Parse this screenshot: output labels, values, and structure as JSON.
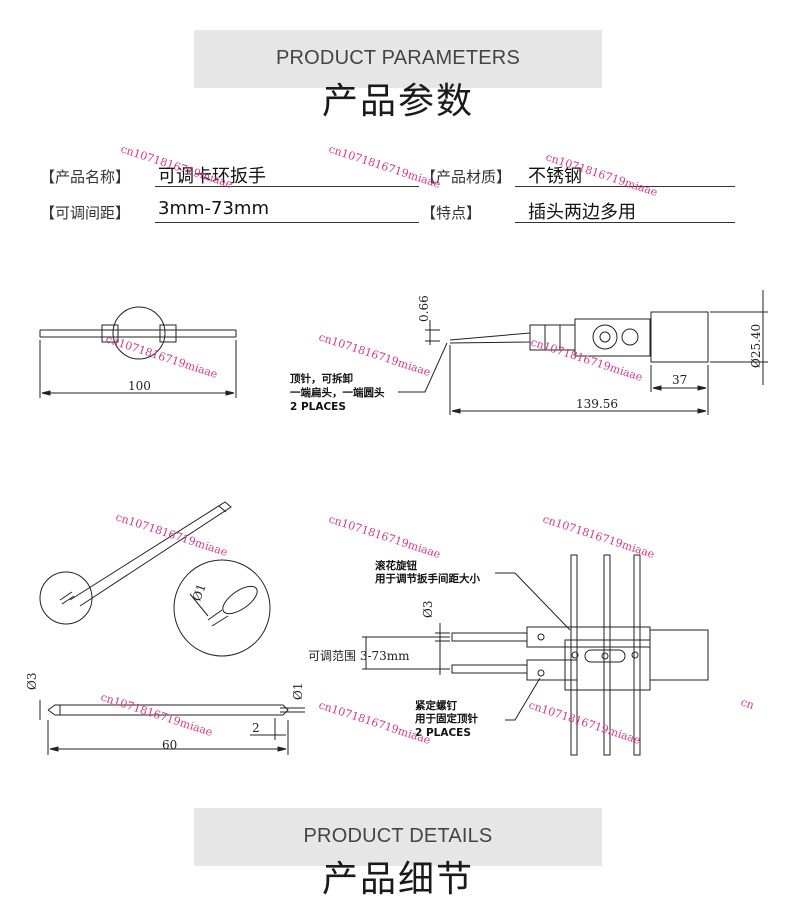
{
  "top_banner": {
    "en": "PRODUCT PARAMETERS",
    "zh": "产品参数"
  },
  "bottom_banner": {
    "en": "PRODUCT DETAILS",
    "zh": "产品细节"
  },
  "params": {
    "name_label": "【产品名称】",
    "name_value": "可调卡环扳手",
    "material_label": "【产品材质】",
    "material_value": "不锈钢",
    "range_label": "【可调间距】",
    "range_value": "3mm-73mm",
    "feature_label": "【特点】",
    "feature_value": "插头两边多用"
  },
  "drawing": {
    "dim_100": "100",
    "dim_066": "0.66",
    "dim_2540": "Ø25.40",
    "dim_37": "37",
    "dim_13956": "139.56",
    "note_pin_1": "顶针，可拆卸",
    "note_pin_2": "一端扁头，一端圆头",
    "note_pin_3": "2 PLACES",
    "dim_phi1_detail": "Ø1",
    "dim_phi3_left": "Ø3",
    "dim_phi1_right": "Ø1",
    "dim_2": "2",
    "dim_60": "60",
    "note_knob_1": "滚花旋钮",
    "note_knob_2": "用于调节扳手间距大小",
    "dim_phi3_mid": "Ø3",
    "range_text": "可调范围 3-73mm",
    "note_screw_1": "紧定螺钉",
    "note_screw_2": "用于固定顶针",
    "note_screw_3": "2 PLACES"
  },
  "watermark": {
    "text": "cn1071816719miaae",
    "edge": "cn"
  }
}
